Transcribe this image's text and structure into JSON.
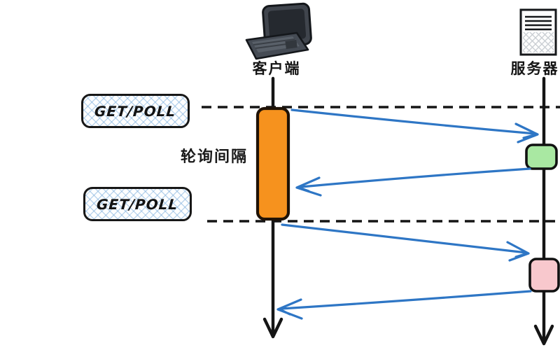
{
  "diagram": {
    "client": {
      "label": "客户端",
      "icon": "desktop-computer-icon"
    },
    "server": {
      "label": "服务器",
      "icon": "document-server-icon"
    },
    "interval_label": "轮询间隔",
    "poll_badges": [
      {
        "label": "GET/POLL"
      },
      {
        "label": "GET/POLL"
      }
    ],
    "messages": [
      {
        "from": "client",
        "to": "server",
        "type": "request"
      },
      {
        "from": "server",
        "to": "client",
        "type": "response"
      },
      {
        "from": "client",
        "to": "server",
        "type": "request"
      },
      {
        "from": "server",
        "to": "client",
        "type": "response"
      }
    ],
    "colors": {
      "arrow_blue": "#2e76c5",
      "activation_orange": "#f6921e",
      "server_process_green": "#a9e8a2",
      "server_process_pink": "#f8c8cd",
      "badge_hatch_blue": "#7dafdc",
      "line_black": "#151515"
    }
  }
}
